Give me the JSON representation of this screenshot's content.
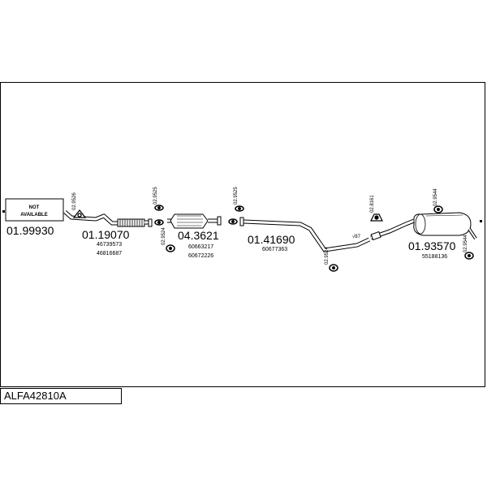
{
  "diagram": {
    "not_available": [
      "NOT",
      "AVAILABLE"
    ],
    "main_parts": [
      {
        "code": "01.99930"
      },
      {
        "code": "01.19070",
        "refs": [
          "46739573",
          "46816687"
        ]
      },
      {
        "code": "04.3621",
        "refs": [
          "60663217",
          "60672226"
        ]
      },
      {
        "code": "01.41690",
        "refs": [
          "60677363"
        ]
      },
      {
        "code": "01.93570",
        "refs": [
          "55188136"
        ]
      }
    ],
    "small_parts": {
      "p1": "02.9526",
      "p2": "02.9525",
      "p3": "02.9524",
      "p4": "02.9525",
      "p5": "02.9524",
      "p6": "02.8161",
      "p7": "02.9544",
      "p8": "02.9544"
    },
    "clamp_label": "√87"
  },
  "footer": {
    "model_code": "ALFA42810A"
  }
}
